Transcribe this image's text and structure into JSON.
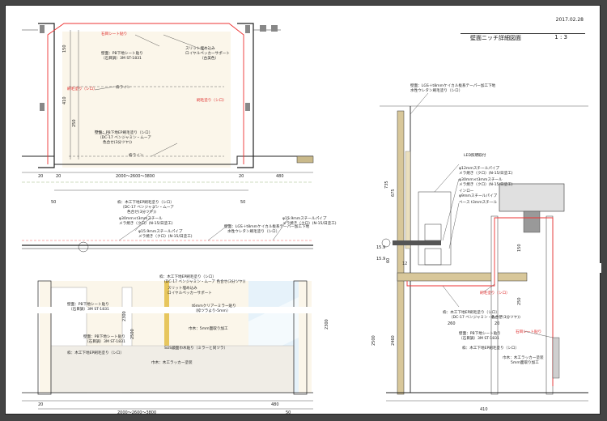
{
  "title_block": {
    "date": "2017.02.28",
    "title": "壁面ニッチ詳細図面",
    "scale": "1 : 3"
  },
  "plan": {
    "red_label_top": "石目シート貼り",
    "slit_label_1": "スリット埋め込み",
    "slit_label_2": "ロイヤルペッカーサポート",
    "slit_label_3": "（古美色）",
    "wall_sheet_1": "壁面：PB下地シート貼り",
    "wall_sheet_2": "（石目調）3M ST-1831",
    "paint_left": "刷毛塗り（シロ）",
    "paint_right": "刷毛塗り（シロ）",
    "frame_line_1": "枠ライン",
    "frame_line_2": "枠ライン",
    "wall_paint_1": "壁面：PB下地EP刷毛塗り（シロ）",
    "wall_paint_2": "（DC-17 ベンジャミン・ムーア",
    "wall_paint_3": "色合せ(3分ツヤ))",
    "dim_150": "150",
    "dim_410": "410",
    "dim_250": "250",
    "dim_20_left": "20",
    "dim_20_mid": "20",
    "dim_20_right": "20",
    "dim_width": "2000～2600～3800",
    "dim_480": "480",
    "dim_50_left": "50",
    "dim_50_right": "50"
  },
  "elevation": {
    "wood_1": "枠：木工下地EP刷毛塗り（シロ）",
    "wood_2": "（DC-17 ベンジャミン・ムーア",
    "wood_3": "色合せ(3分ツヤ))",
    "pipe_1": "φ30mm×t3mmスチール",
    "pipe_2": "メラ焼き（クロ）(N-15/日塗工)",
    "pipe_3": "φ15.9mmスチールパイプ",
    "pipe_4": "メラ焼き（クロ）(N-15/日塗工)",
    "lgs_1": "壁面：LGS＋t8mmケイカル板系テーパー加工下地",
    "lgs_2": "水性ウレタン刷毛塗り（シロ）",
    "pipe_5": "φ15.9mmスチールパイプ",
    "pipe_6": "メラ焼き（クロ）(N-15/日塗工)",
    "frame_paint_1": "枠：木工下地EP刷毛塗り（シロ）",
    "frame_paint_2": "(DC-17 ベンジャミン・ムーア 色合せ(3分ツヤ))",
    "slit_1": "スリット埋め込み",
    "slit_2": "ロイヤルペッカーサポート",
    "mirror_1": "t6mmクリアーミラー貼り",
    "mirror_2": "（枠ツラより-5mm）",
    "sheet_1": "壁面：PB下地シート貼り",
    "sheet_2": "（石目調）3M ST-1831",
    "trim_1": "巾木：5mm面取り加工",
    "sus": "SUS鏡面巾木貼り（ミラーと同ツラ）",
    "base_wood": "枠：木工下地EP刷毛塗り（シロ）",
    "lacquer": "巾木：木工ラッカー塗装",
    "sheet_3": "壁面：PB下地シート貼り",
    "sheet_4": "（石目調）3M ST-1831",
    "dim_2300": "2300",
    "dim_2500": "2500",
    "dim_2300_b": "2300",
    "dim_20": "20",
    "dim_480": "480",
    "dim_width": "2000～2600～3800",
    "dim_50": "50"
  },
  "section": {
    "lgs_1": "壁面：LGS＋t8mmケイカル板系テーパー加工下地",
    "lgs_2": "水性ウレタン刷毛塗り（シロ）",
    "led": "LED照明取付",
    "pipe_1": "φ12mmスチールパイプ",
    "pipe_2": "メラ焼き（クロ）(N-15/日塗工)",
    "pipe_3": "φ30mm×t3mmスチール",
    "pipe_4": "メラ焼き（クロ）(N-15/日塗工)",
    "pipe_5": "インロー",
    "pipe_6": "φ9mmスチールパイプ",
    "pipe_7": "ベース t3mmスチール",
    "paint_red": "刷毛塗り（シロ）",
    "wood_1": "枠：木工下地EP刷毛塗り（シロ）",
    "wood_2": "（DC-17 ベンジャミン・ムーア",
    "wood_3": "色合せ(3分ツヤ))",
    "sheet_1": "壁面：PB下地シート貼り",
    "sheet_2": "（石目調）3M ST-1831",
    "red_sheet": "石目シート貼り",
    "base_paint": "枠：木工下地EP刷毛塗り（シロ）",
    "lacquer_1": "巾木：木工ラッカー塗装",
    "lacquer_2": "5mm面取り加工",
    "dim_735": "735",
    "dim_675": "675",
    "dim_60": "60",
    "dim_2500": "2500",
    "dim_2460": "2460",
    "dim_150": "150",
    "dim_250": "250",
    "dim_260": "260",
    "dim_410": "410",
    "dim_20": "20",
    "dim_15_9": "15.9",
    "dim_15_9b": "15.9",
    "dim_12": "12"
  }
}
